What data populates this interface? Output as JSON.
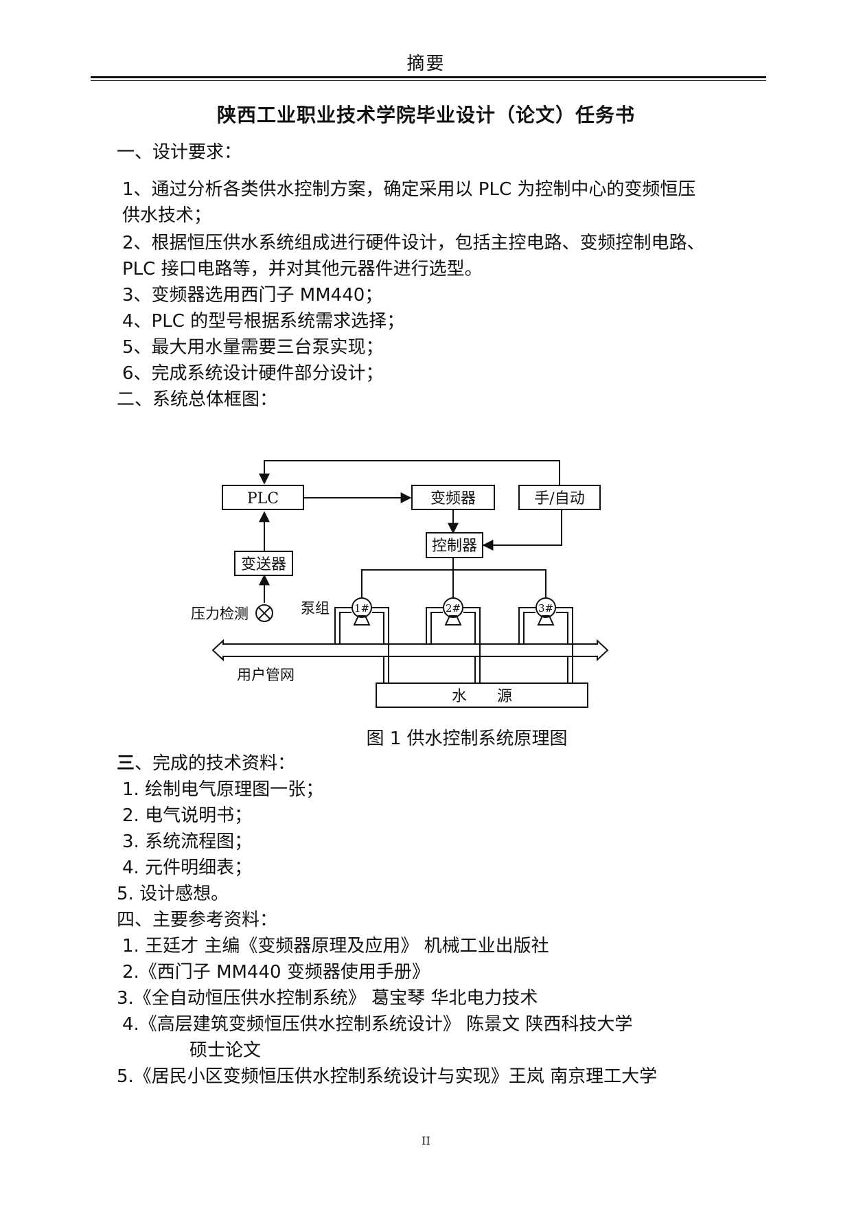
{
  "header": {
    "text": "摘要"
  },
  "title": "陕西工业职业技术学院毕业设计（论文）任务书",
  "section1": {
    "heading": "一、设计要求：",
    "lines": [
      "1、通过分析各类供水控制方案，确定采用以 PLC 为控制中心的变频恒压",
      "供水技术；",
      "2、根据恒压供水系统组成进行硬件设计，包括主控电路、变频控制电路、",
      "PLC 接口电路等，并对其他元器件进行选型。",
      "3、变频器选用西门子 MM440；",
      "4、PLC 的型号根据系统需求选择；",
      "5、最大用水量需要三台泵实现；",
      "6、完成系统设计硬件部分设计；"
    ]
  },
  "section2": {
    "heading": "二、系统总体框图："
  },
  "diagram": {
    "plc": "PLC",
    "inverter": "变频器",
    "manual_auto": "手/自动",
    "controller": "控制器",
    "transmitter": "变送器",
    "pressure_detect": "压力检测",
    "pump_group": "泵组",
    "pump1": "1#",
    "pump2": "2#",
    "pump3": "3#",
    "user_network": "用户管网",
    "water_source": "水　　源"
  },
  "figure_caption": "图 1  供水控制系统原理图",
  "section3": {
    "heading_bold": "三",
    "heading_rest": "、完成的技术资料：",
    "items": [
      "1. 绘制电气原理图一张；",
      "2. 电气说明书；",
      "3. 系统流程图；",
      "4. 元件明细表；",
      "5. 设计感想。"
    ]
  },
  "section4": {
    "heading": "四、主要参考资料：",
    "items": [
      "1. 王廷才   主编《变频器原理及应用》   机械工业出版社",
      "2.《西门子 MM440 变频器使用手册》",
      "3.《全自动恒压供水控制系统》 葛宝琴  华北电力技术",
      "4.《高层建筑变频恒压供水控制系统设计》     陈景文  陕西科技大学",
      "硕士论文",
      "5.《居民小区变频恒压供水控制系统设计与实现》王岚  南京理工大学"
    ]
  },
  "footer": {
    "page_number": "II"
  }
}
